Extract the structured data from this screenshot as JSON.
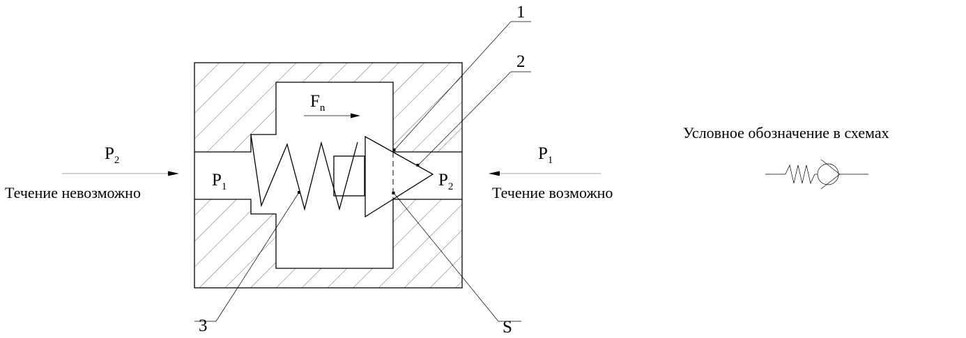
{
  "left": {
    "pressure": "P",
    "pressure_sub": "2",
    "caption": "Течение невозможно"
  },
  "right": {
    "pressure": "P",
    "pressure_sub": "1",
    "caption": "Течение возможно"
  },
  "inner": {
    "left_pressure": "P",
    "left_pressure_sub": "1",
    "right_pressure": "P",
    "right_pressure_sub": "2",
    "force": "F",
    "force_sub": "n"
  },
  "callouts": {
    "c1": "1",
    "c2": "2",
    "c3": "3",
    "cS": "S"
  },
  "symbol": {
    "title": "Условное обозначение в схемах"
  }
}
